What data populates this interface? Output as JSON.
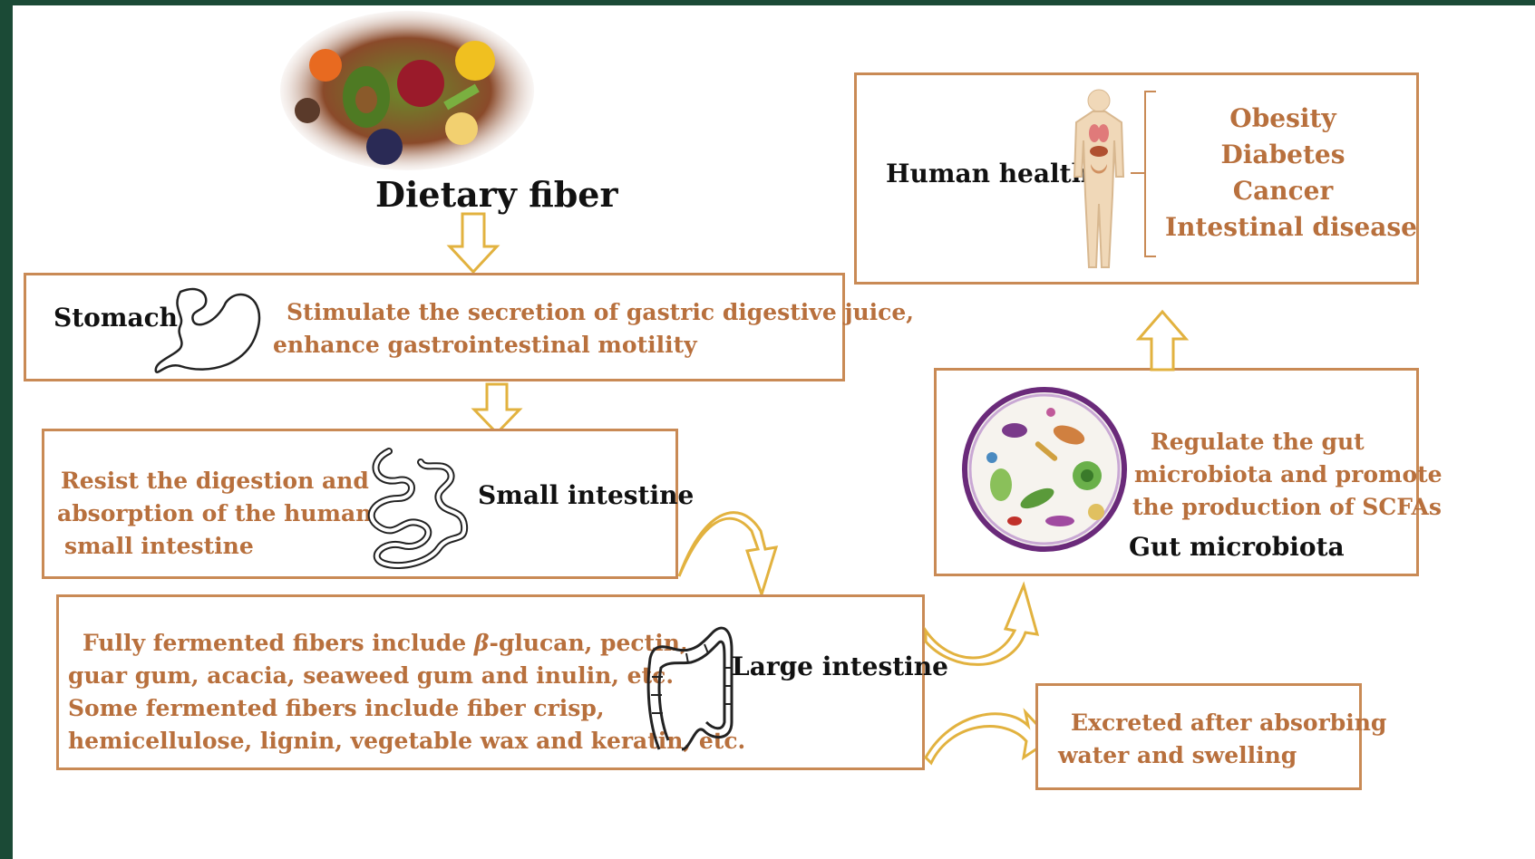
{
  "title": "Dietary fiber",
  "stomach": {
    "label": "Stomach",
    "effect_line1": "Stimulate the secretion of gastric digestive juice,",
    "effect_line2": "enhance gastrointestinal motility"
  },
  "small_intestine": {
    "label": "Small intestine",
    "effect_line1": "Resist the digestion and",
    "effect_line2": "absorption of the human",
    "effect_line3": "small intestine"
  },
  "large_intestine": {
    "label": "Large intestine",
    "line1": "Fully fermented fibers include",
    "line1_greek": "β",
    "line1_rest": "-glucan, pectin,",
    "line2": "guar gum, acacia, seaweed gum and inulin, etc.",
    "line3": "Some fermented fibers include fiber crisp,",
    "line4": "hemicellulose, lignin, vegetable wax and keratin, etc."
  },
  "gut_microbiota": {
    "label": "Gut microbiota",
    "effect_line1": "Regulate the gut",
    "effect_line2": "microbiota and promote",
    "effect_line3": "the production of SCFAs"
  },
  "human_health": {
    "label": "Human health",
    "diseases": [
      "Obesity",
      "Diabetes",
      "Cancer",
      "Intestinal disease"
    ]
  },
  "excreted": {
    "line1": "Excreted after absorbing",
    "line2": "water and swelling"
  },
  "colors": {
    "box_border": "#c98a55",
    "text_brown": "#b8703d",
    "arrow": "#e2b23f",
    "frame": "#1b4a36"
  }
}
